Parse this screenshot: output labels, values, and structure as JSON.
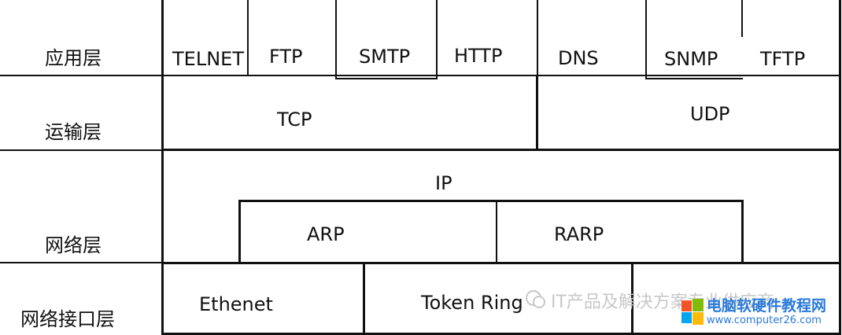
{
  "layers": {
    "application": "应用层",
    "transport": "运输层",
    "network": "网络层",
    "link": "网络接口层"
  },
  "application_protocols": [
    "TELNET",
    "FTP",
    "SMTP",
    "HTTP",
    "DNS",
    "SNMP",
    "TFTP"
  ],
  "transport_protocols": [
    "TCP",
    "UDP"
  ],
  "network_protocols": {
    "top": "IP",
    "sub": [
      "ARP",
      "RARP"
    ]
  },
  "link_protocols": [
    "Ethenet",
    "Token Ring"
  ],
  "watermark": {
    "channel_text": "IT产品及解决方案专业供应商",
    "site_name": "电脑软硬件教程网",
    "site_url": "www.computer26.com"
  }
}
